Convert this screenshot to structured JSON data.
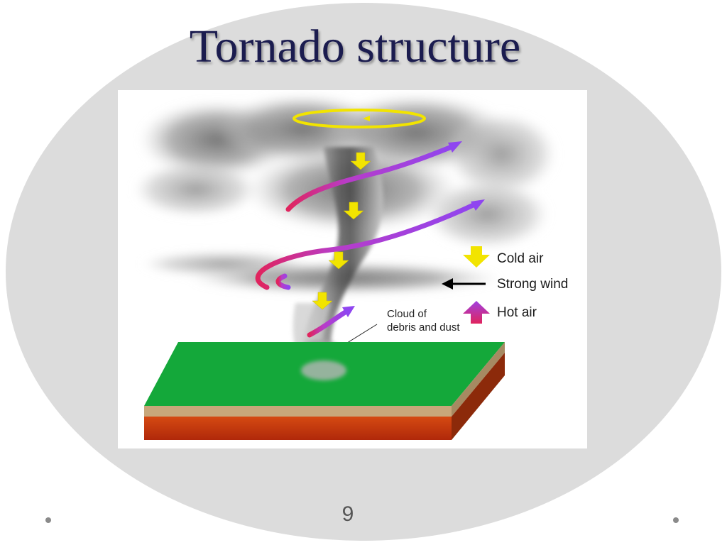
{
  "slide": {
    "title": "Tornado structure",
    "page_number": "9"
  },
  "diagram": {
    "legend": {
      "cold_air": "Cold air",
      "strong_wind": "Strong wind",
      "hot_air": "Hot air"
    },
    "callout": {
      "line1": "Cloud of",
      "line2": "debris and dust"
    }
  },
  "colors": {
    "background_ellipse": "#dcdcdc",
    "title": "#1b1c4f",
    "cold_air_arrow": "#f2e400",
    "hot_air_arrow": "#a040e0",
    "strong_wind_arrow": "#000000",
    "ground_top": "#12a63c",
    "ground_sand": "#c8a77a",
    "ground_soil": "#c4340e"
  }
}
